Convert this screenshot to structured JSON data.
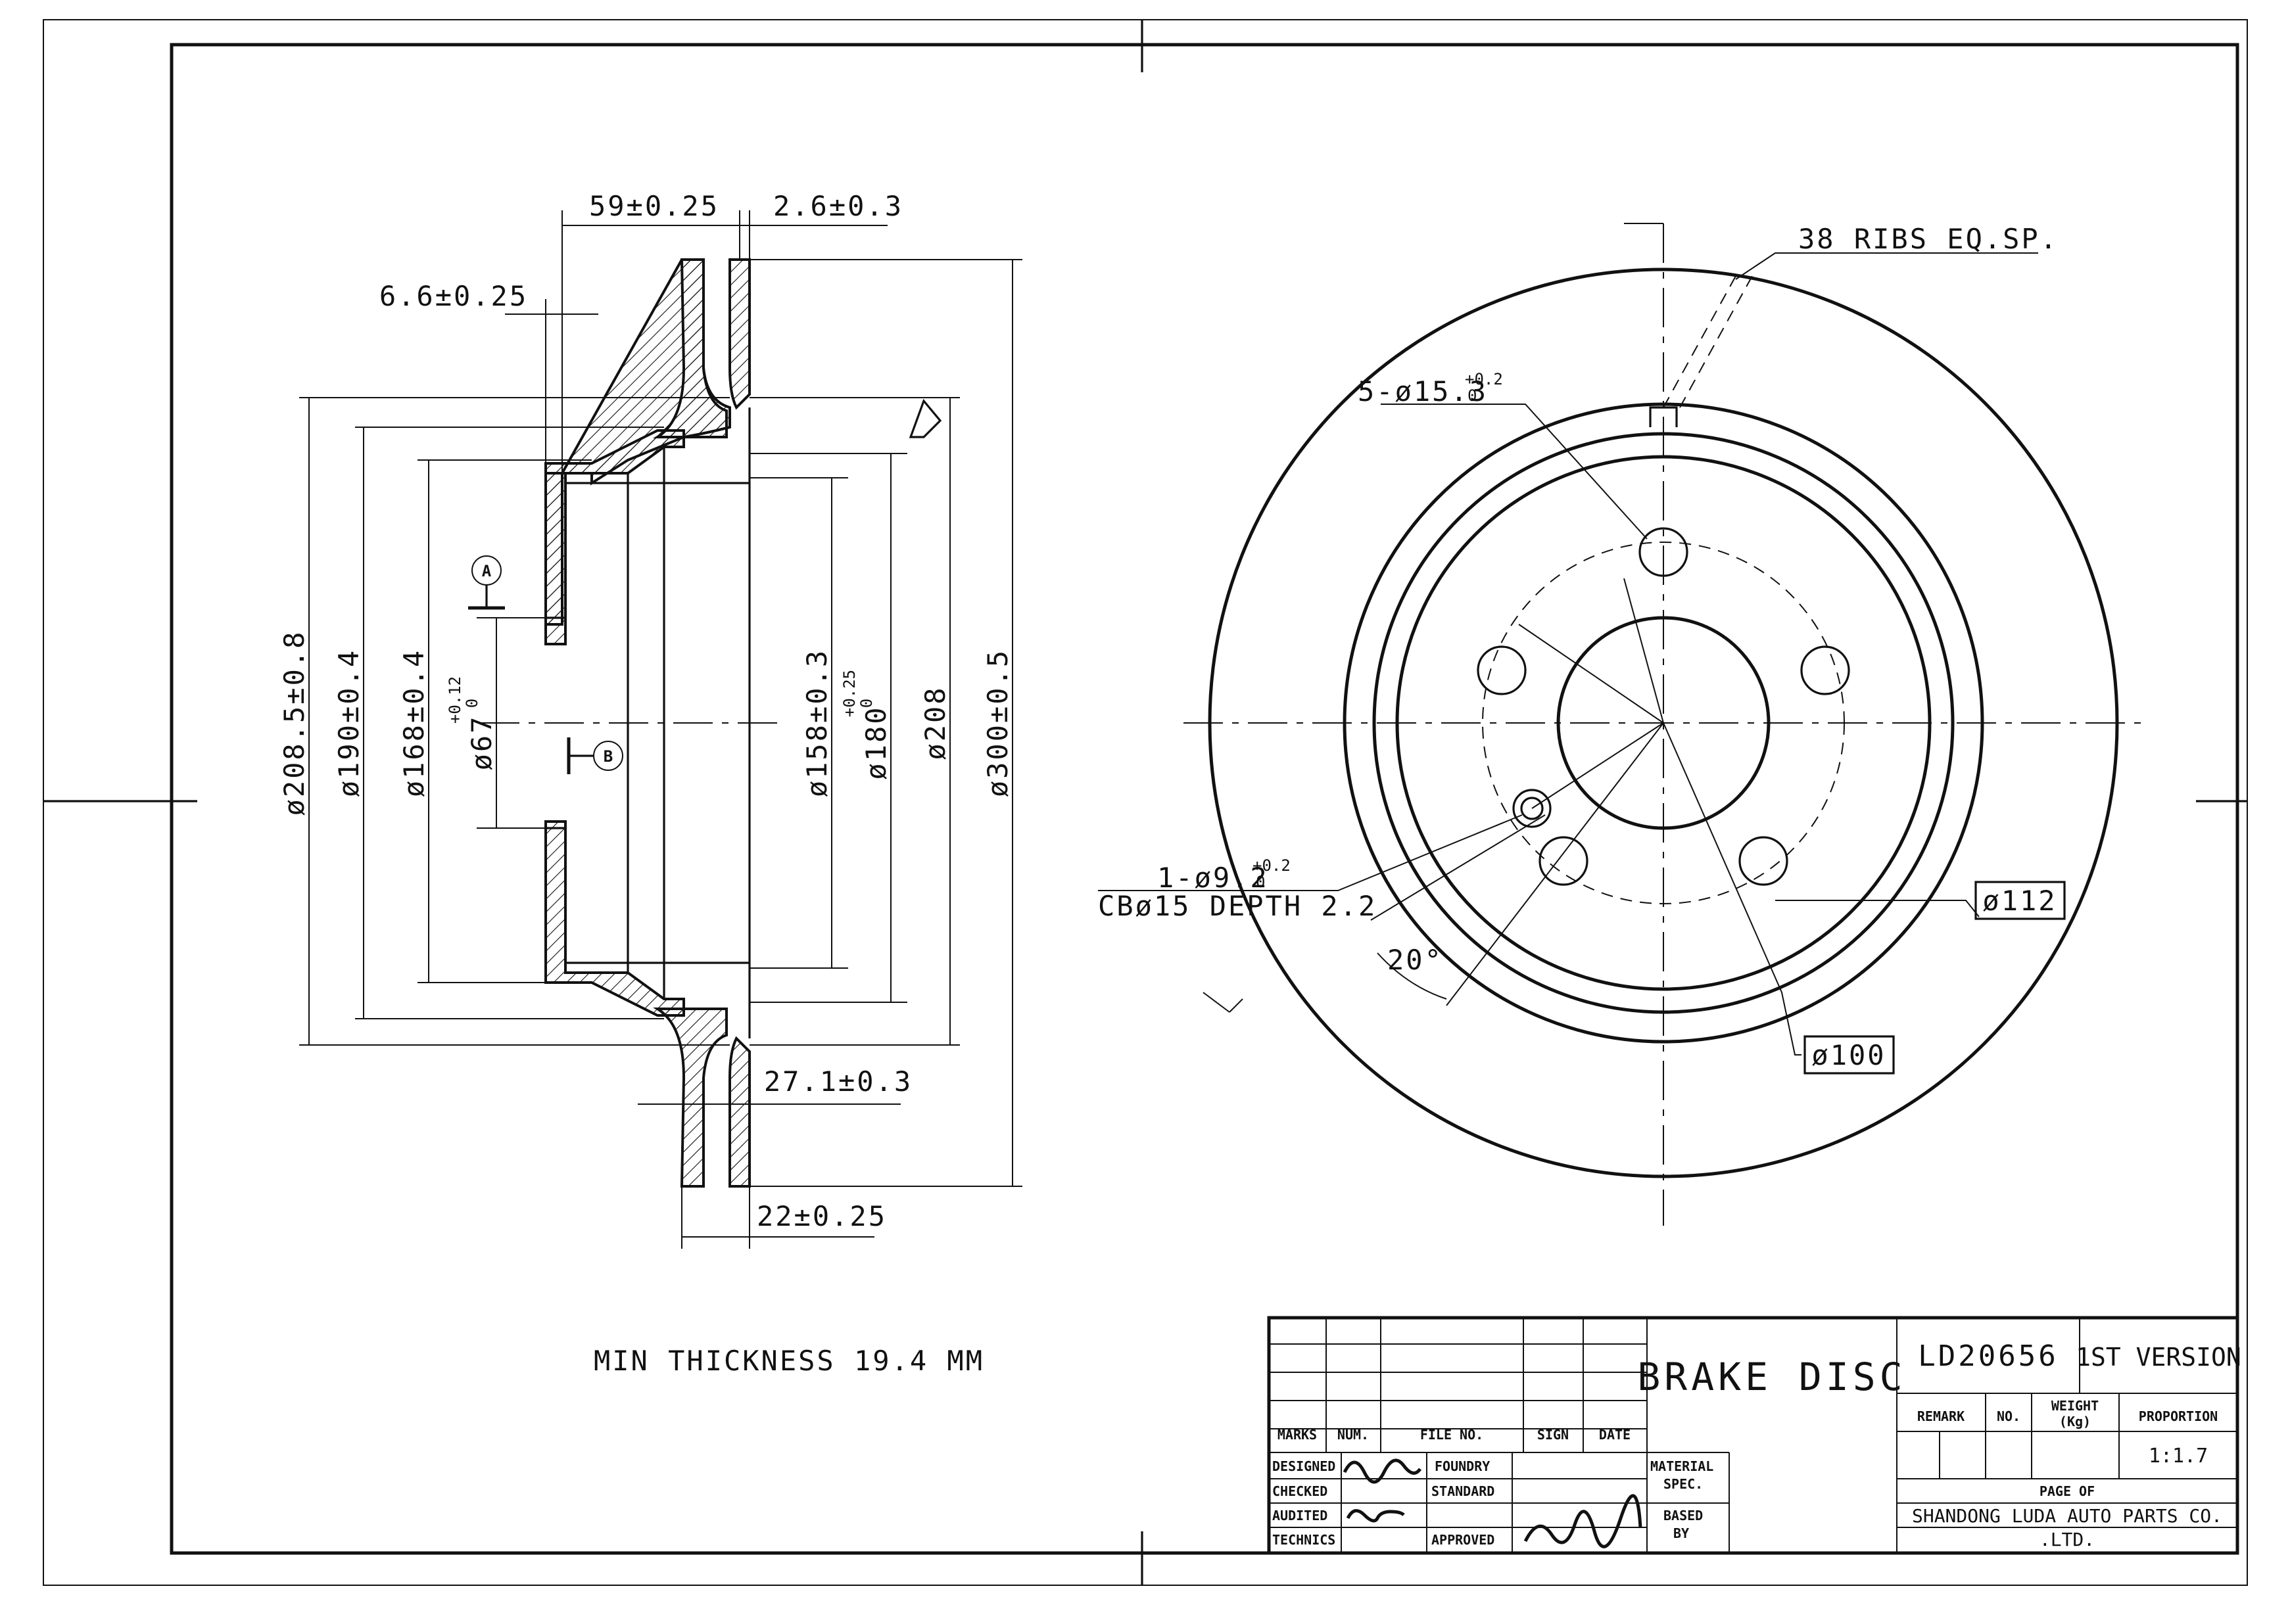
{
  "drawing": {
    "title": "BRAKE DISC",
    "part_number": "LD20656",
    "version": "1ST VERSION",
    "proportion": "1:1.7",
    "company_line1": "SHANDONG LUDA AUTO PARTS CO.",
    "company_line2": ".LTD.",
    "note": "MIN THICKNESS 19.4 MM"
  },
  "section_view": {
    "dims": {
      "d1": "59±0.25",
      "d2": "2.6±0.3",
      "d3": "6.6±0.25",
      "d4": "27.1±0.3",
      "d5": "22±0.25",
      "v1": "ø208.5±0.8",
      "v2": "ø190±0.4",
      "v3": "ø168±0.4",
      "v4": "ø67",
      "v4_tol": "+0.12",
      "v4_tol0": "0",
      "v5": "ø158±0.3",
      "v6": "ø180",
      "v6_tol": "+0.25",
      "v6_tol0": "0",
      "v7": "ø208",
      "v8": "ø300±0.5"
    },
    "datum_a": "A",
    "datum_b": "B"
  },
  "face_view": {
    "ribs": "38 RIBS EQ.SP.",
    "holes": "5-ø15.3",
    "holes_tol": "+0.2",
    "holes_tol0": "0",
    "hole2": "1-ø9.2",
    "hole2_tol": "+0.2",
    "hole2_tol0": "0",
    "counterbore": "CBø15 DEPTH 2.2",
    "angle": "20°",
    "pcd": "ø112",
    "pcd2": "ø100"
  },
  "title_block": {
    "marks": "MARKS",
    "num": "NUM.",
    "file_no": "FILE NO.",
    "sign": "SIGN",
    "date": "DATE",
    "designed": "DESIGNED",
    "checked": "CHECKED",
    "audited": "AUDITED",
    "technics": "TECHNICS",
    "foundry": "FOUNDRY",
    "standard": "STANDARD",
    "approved": "APPROVED",
    "material": "MATERIAL",
    "spec": "SPEC.",
    "based": "BASED",
    "by": "BY",
    "remark": "REMARK",
    "no": "NO.",
    "weight": "WEIGHT",
    "kg": "(Kg)",
    "proportion_label": "PROPORTION",
    "page_of": "PAGE  OF"
  }
}
